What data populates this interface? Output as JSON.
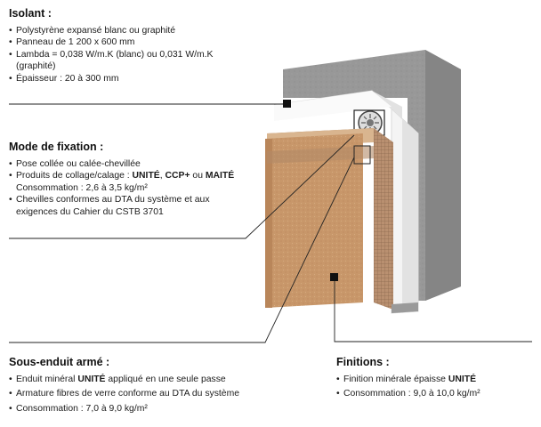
{
  "isolant": {
    "title": "Isolant :",
    "items": [
      "Polystyrène expansé blanc ou graphité",
      "Panneau de 1 200 x 600 mm",
      "Lambda = 0,038 W/m.K (blanc) ou 0,031 W/m.K (graphité)",
      "Épaisseur : 20 à 300 mm"
    ]
  },
  "fixation": {
    "title": "Mode de fixation :",
    "item1": "Pose collée ou calée-chevillée",
    "item2": {
      "prefix": "Produits de collage/calage : ",
      "p1": "UNITÉ",
      "sep1": ", ",
      "p2": "CCP+",
      "sep2": " ou ",
      "p3": "MAITÉ",
      "line2": "Consommation : 2,6 à 3,5 kg/m²"
    },
    "item3": "Chevilles conformes au DTA du système et aux exigences du Cahier du CSTB 3701"
  },
  "sous_enduit": {
    "title": "Sous-enduit armé :",
    "item1_prefix": "Enduit minéral ",
    "item1_bold": "UNITÉ",
    "item1_suffix": " appliqué en une seule passe",
    "item2": "Armature fibres de verre conforme au DTA du système",
    "item3": "Consommation : 7,0 à 9,0 kg/m²"
  },
  "finitions": {
    "title": "Finitions :",
    "item1_prefix": "Finition minérale épaisse ",
    "item1_bold": "UNITÉ",
    "item2": "Consommation : 9,0 à 10,0 kg/m²"
  },
  "colors": {
    "concrete": "#9a9a9a",
    "insulation": "#f2f2f2",
    "render": "#c99a6e",
    "leader": "#222222"
  }
}
